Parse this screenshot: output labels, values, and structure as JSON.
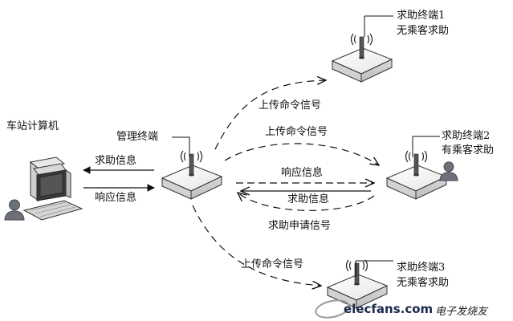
{
  "station": {
    "label": "车站计算机"
  },
  "manager": {
    "label": "管理终端"
  },
  "terminal1": {
    "name": "求助终端1",
    "status": "无乘客求助"
  },
  "terminal2": {
    "name": "求助终端2",
    "status": "有乘客求助"
  },
  "terminal3": {
    "name": "求助终端3",
    "status": "无乘客求助"
  },
  "links": {
    "help_info_to_pc": "求助信息",
    "response_from_pc": "响应信息",
    "upload_cmd_1": "上传命令信号",
    "upload_cmd_2": "上传命令信号",
    "upload_cmd_3": "上传命令信号",
    "response_to_t2": "响应信息",
    "help_info_from_t2": "求助信息",
    "help_request": "求助申请信号"
  },
  "watermark": {
    "site": "elecfans.com",
    "cn": "电子发烧友"
  }
}
